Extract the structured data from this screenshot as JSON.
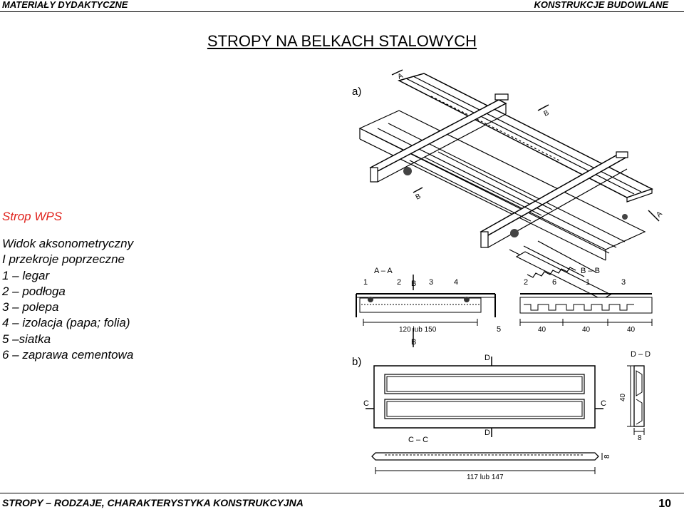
{
  "header": {
    "left": "MATERIAŁY DYDAKTYCZNE",
    "right": "KONSTRUKCJE BUDOWLANE"
  },
  "title": "STROPY NA BELKACH STALOWYCH",
  "subtitle": "Strop WPS",
  "description": [
    "Widok aksonometryczny",
    "I przekroje poprzeczne",
    "1 – legar",
    "2 – podłoga",
    "3 – polepa",
    "4 – izolacja (papa; folia)",
    "5 –siatka",
    "6 – zaprawa cementowa"
  ],
  "drawing": {
    "label_a": "a)",
    "label_b": "b)",
    "mark_A": "A",
    "mark_B": "B",
    "section_aa": "A – A",
    "section_bb": "B – B",
    "section_cc": "C – C",
    "section_dd": "D – D",
    "mark_C": "C",
    "mark_D": "D",
    "num_1": "1",
    "num_2": "2",
    "num_3": "3",
    "num_4": "4",
    "num_5": "5",
    "num_6": "6",
    "dim_aa": "120 lub 150",
    "dim_bb": "40",
    "dim_cc": "117  lub 147",
    "dim_dd_h": "40",
    "dim_dd_w": "8",
    "dim_cc_h": "8"
  },
  "footer": {
    "text": "STROPY – RODZAJE, CHARAKTERYSTYKA KONSTRUKCYJNA",
    "page": "10"
  }
}
